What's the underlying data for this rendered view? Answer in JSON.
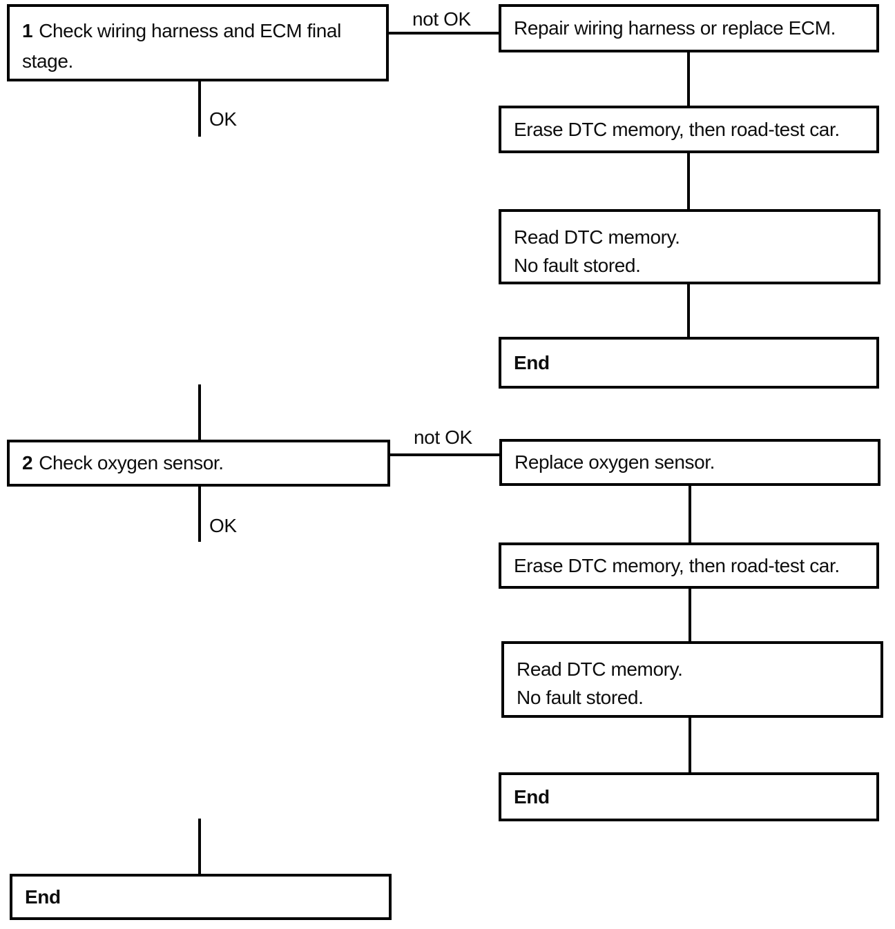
{
  "diagram": {
    "type": "troubleshooting-flowchart",
    "colors": {
      "line": "#000000",
      "text": "#0d0d0d",
      "background": "#ffffff"
    },
    "nodes": {
      "step1": {
        "number": "1",
        "text": "Check wiring harness and ECM final stage."
      },
      "repair_ecm": {
        "text": "Repair wiring harness or replace ECM."
      },
      "erase_dtc_1": {
        "text": "Erase DTC memory, then road-test car."
      },
      "read_dtc_1": {
        "line1": "Read DTC memory.",
        "line2": "No fault stored."
      },
      "end_1": {
        "text": "End"
      },
      "step2": {
        "number": "2",
        "text": "Check oxygen sensor."
      },
      "replace_sensor": {
        "text": "Replace oxygen sensor."
      },
      "erase_dtc_2": {
        "text": "Erase DTC memory, then road-test car."
      },
      "read_dtc_2": {
        "line1": "Read DTC memory.",
        "line2": "No fault stored."
      },
      "end_2": {
        "text": "End"
      },
      "end_3": {
        "text": "End"
      }
    },
    "edge_labels": {
      "not_ok_1": "not OK",
      "ok_1": "OK",
      "not_ok_2": "not OK",
      "ok_2": "OK"
    }
  }
}
